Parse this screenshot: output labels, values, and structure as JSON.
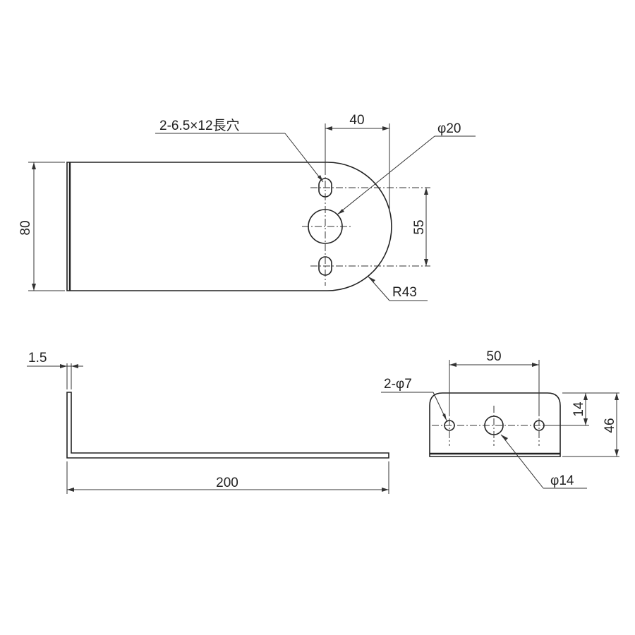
{
  "labels": {
    "slot": "2-6.5×12長穴",
    "dim_40": "40",
    "phi_20": "φ20",
    "dim_80": "80",
    "dim_55": "55",
    "r43": "R43",
    "thickness": "1.5",
    "dim_200": "200",
    "dim_50": "50",
    "holes_phi7": "2-φ7",
    "dim_14": "14",
    "dim_46": "46",
    "phi_14": "φ14"
  }
}
